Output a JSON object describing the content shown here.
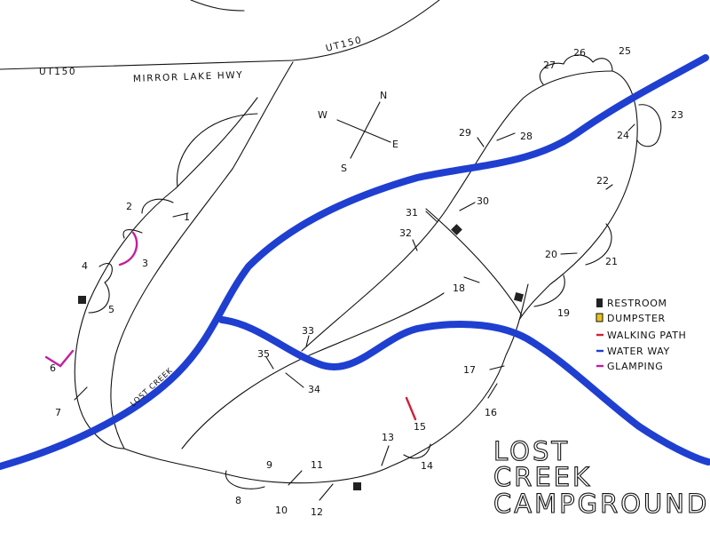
{
  "map": {
    "title_lines": [
      "LOST",
      "CREEK",
      "CAMPGROUND"
    ],
    "highway": {
      "name": "MIRROR LAKE HWY",
      "route_labels": [
        "UT150",
        "UT150"
      ]
    },
    "creek_label": "LOST CREEK",
    "compass": {
      "n": "N",
      "s": "S",
      "e": "E",
      "w": "W"
    },
    "campsites": [
      "1",
      "2",
      "3",
      "4",
      "5",
      "6",
      "7",
      "8",
      "9",
      "10",
      "11",
      "12",
      "13",
      "14",
      "15",
      "16",
      "17",
      "18",
      "19",
      "20",
      "21",
      "22",
      "23",
      "24",
      "25",
      "26",
      "27",
      "28",
      "29",
      "30",
      "31",
      "32",
      "33",
      "34",
      "35"
    ],
    "legend": [
      {
        "label": "RESTROOM",
        "symbol": "square",
        "color": "#222222"
      },
      {
        "label": "DUMPSTER",
        "symbol": "square",
        "color": "#e8c21a"
      },
      {
        "label": "WALKING PATH",
        "symbol": "dash",
        "color": "#d0213b"
      },
      {
        "label": "WATER WAY",
        "symbol": "dash",
        "color": "#1f3fd0"
      },
      {
        "label": "GLAMPING",
        "symbol": "dash",
        "color": "#c21f9f"
      }
    ],
    "colors": {
      "water": "#1f3fd0",
      "glamping": "#c21f9f",
      "walking_path": "#d0213b",
      "ink": "#111111"
    }
  }
}
